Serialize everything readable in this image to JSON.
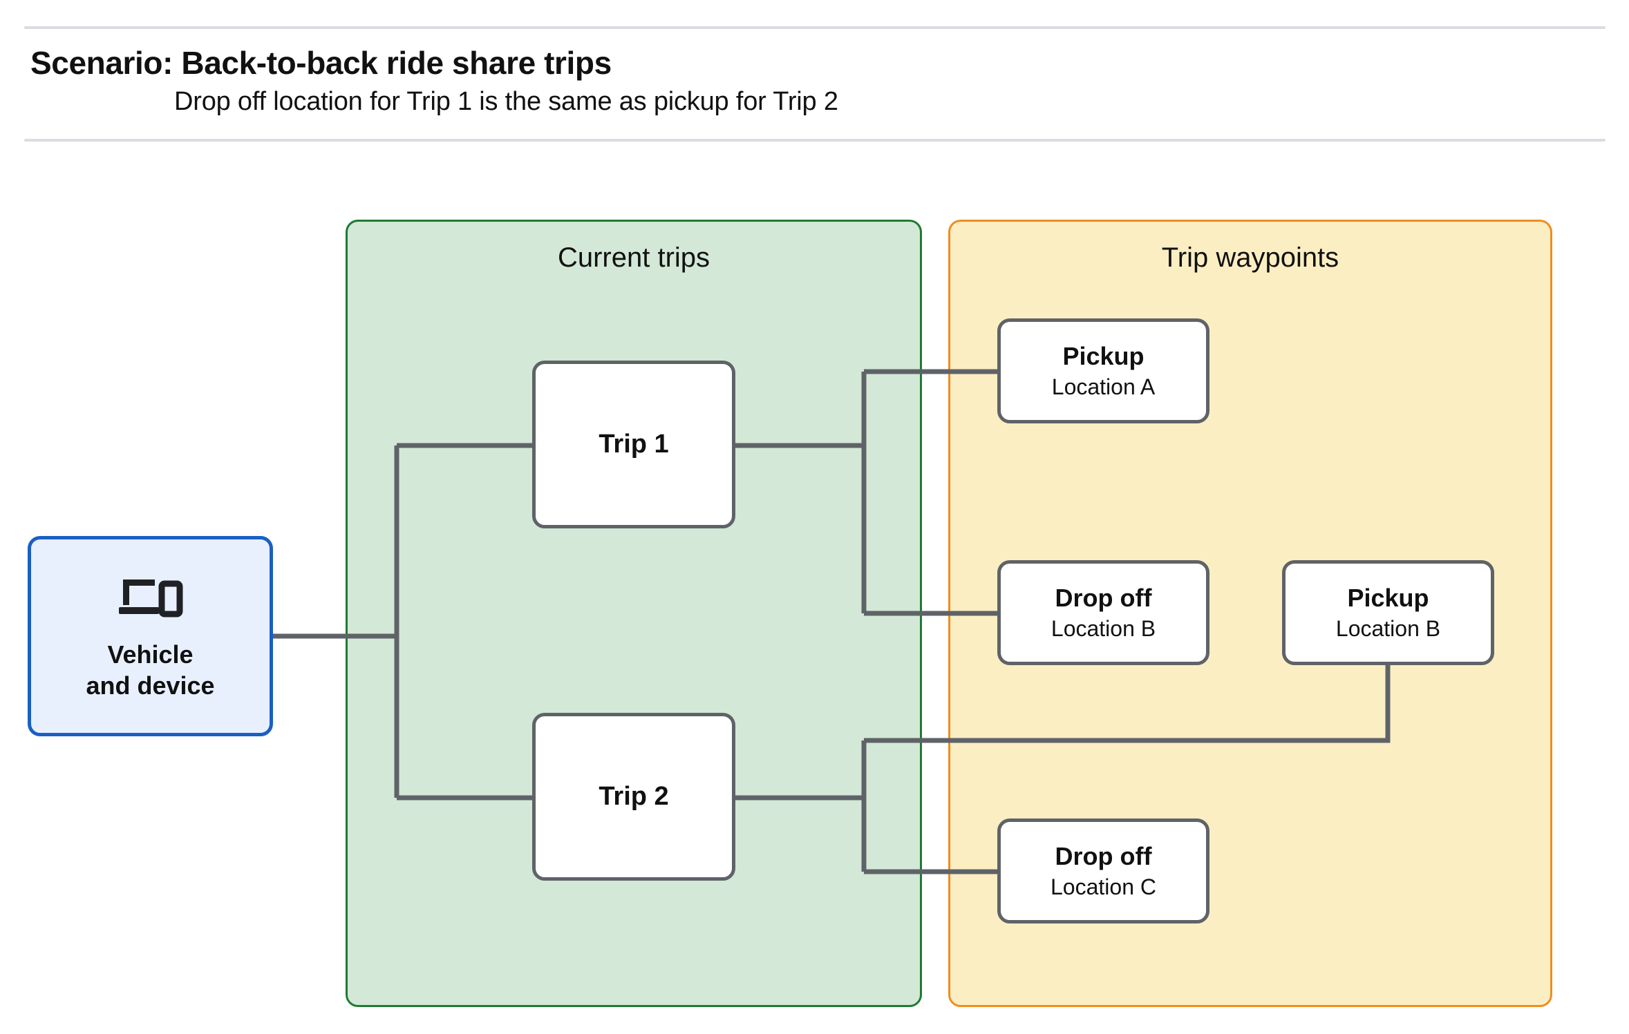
{
  "header": {
    "title": "Scenario: Back-to-back ride share trips",
    "subtitle": "Drop off  location for Trip 1 is the same as pickup for Trip 2"
  },
  "panels": {
    "current_trips": {
      "title": "Current trips",
      "fill": "#d3e8d6",
      "stroke": "#1e7a34"
    },
    "trip_waypoints": {
      "title": "Trip waypoints",
      "fill": "#fceec3",
      "stroke": "#f18c1c"
    }
  },
  "vehicle": {
    "icon": "devices-laptop-phone-icon",
    "line1": "Vehicle",
    "line2": "and device",
    "fill": "#e8f0fe",
    "stroke": "#1a5fc4"
  },
  "trips": [
    {
      "label": "Trip 1"
    },
    {
      "label": "Trip 2"
    }
  ],
  "waypoints": [
    {
      "type": "Pickup",
      "location": "Location A"
    },
    {
      "type": "Drop off",
      "location": "Location B"
    },
    {
      "type": "Pickup",
      "location": "Location B"
    },
    {
      "type": "Drop off",
      "location": "Location C"
    }
  ],
  "connector_color": "#5f6368",
  "node_border_color": "#5f6368"
}
